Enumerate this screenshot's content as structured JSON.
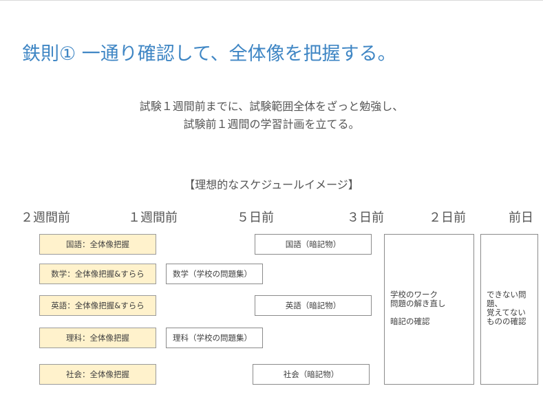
{
  "slide": {
    "title": "鉄則① 一通り確認して、全体像を把握する。",
    "intro_lines": [
      "試験１週間前までに、試験範囲全体をざっと勉強し、",
      "試験前１週間の学習計画を立てる。"
    ],
    "schedule_heading": "【理想的なスケジュールイメージ】"
  },
  "timeline": {
    "labels": [
      "２週間前",
      "１週間前",
      "５日前",
      "３日前",
      "２日前",
      "前日"
    ]
  },
  "schedule": {
    "subjects": [
      {
        "study": "国語：全体像把握",
        "review": "国語（暗記物）"
      },
      {
        "study": "数学：全体像把握&すらら",
        "workbook": "数学（学校の問題集）"
      },
      {
        "study": "英語：全体像把握&すらら",
        "review": "英語（暗記物）"
      },
      {
        "study": "理科：全体像把握",
        "workbook": "理科（学校の問題集）"
      },
      {
        "study": "社会：全体像把握",
        "review": "社会（暗記物）"
      }
    ],
    "two_days_before": [
      "学校のワーク",
      "問題の解き直し",
      "",
      "暗記の確認"
    ],
    "day_before": [
      "できない問",
      "題、",
      "覚えてない",
      "ものの確認"
    ]
  },
  "colors": {
    "title": "#3f86c4",
    "study_fill": "#fff2cc",
    "border": "#8a8a8a"
  }
}
